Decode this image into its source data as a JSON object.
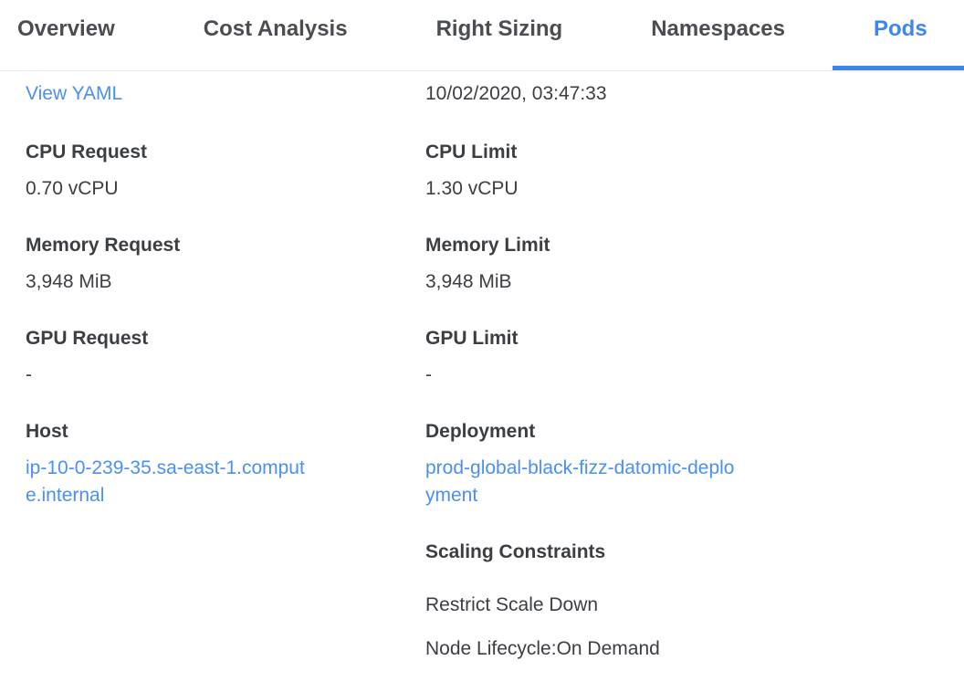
{
  "tabs": [
    {
      "label": "Overview"
    },
    {
      "label": "Cost Analysis"
    },
    {
      "label": "Right Sizing"
    },
    {
      "label": "Namespaces"
    },
    {
      "label": "Pods"
    }
  ],
  "active_tab": "Pods",
  "panel": {
    "view_yaml": "View YAML",
    "timestamp": "10/02/2020, 03:47:33",
    "left": {
      "cpu_request": {
        "label": "CPU Request",
        "value": "0.70 vCPU"
      },
      "memory_request": {
        "label": "Memory Request",
        "value": "3,948 MiB"
      },
      "gpu_request": {
        "label": "GPU Request",
        "value": "-"
      },
      "host": {
        "label": "Host",
        "value": "ip-10-0-239-35.sa-east-1.compute.internal"
      }
    },
    "right": {
      "cpu_limit": {
        "label": "CPU Limit",
        "value": "1.30 vCPU"
      },
      "memory_limit": {
        "label": "Memory Limit",
        "value": "3,948 MiB"
      },
      "gpu_limit": {
        "label": "GPU Limit",
        "value": "-"
      },
      "deployment": {
        "label": "Deployment",
        "value": "prod-global-black-fizz-datomic-deployment"
      },
      "scaling_constraints": {
        "label": "Scaling Constraints",
        "items": [
          "Restrict Scale Down",
          "Node Lifecycle:On Demand"
        ]
      }
    }
  },
  "colors": {
    "accent_blue": "#3d85f0",
    "link_blue": "#4a90f0",
    "text_dark": "#3b3e42",
    "tab_text": "#4a4d52",
    "divider": "#ececec",
    "background": "#ffffff"
  }
}
